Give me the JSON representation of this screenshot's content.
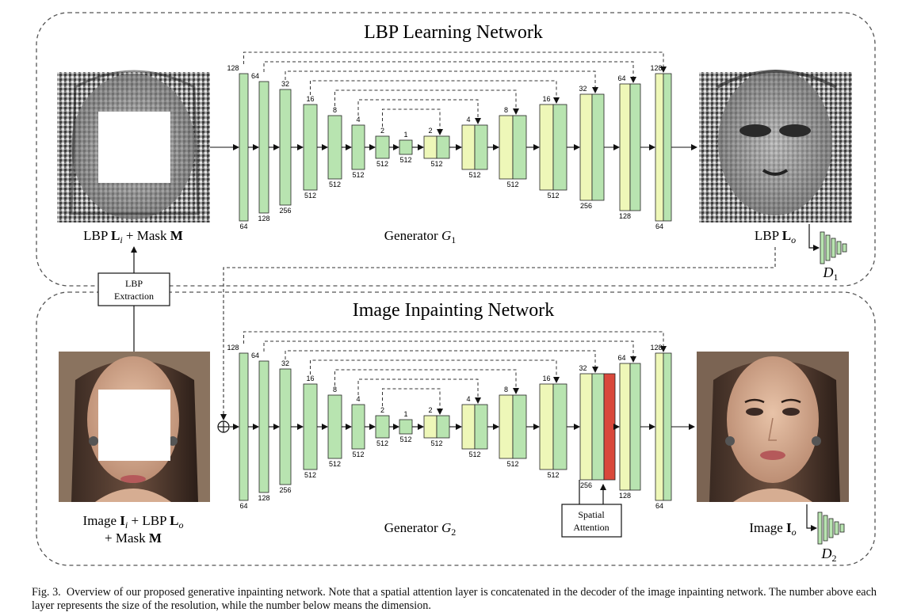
{
  "figure": {
    "top": {
      "title": "LBP Learning Network",
      "input_label_parts": [
        "LBP ",
        "L",
        "i",
        " + Mask ",
        "M"
      ],
      "output_label_parts": [
        "LBP ",
        "L",
        "o"
      ],
      "generator_label_parts": [
        "Generator ",
        "G",
        "1"
      ],
      "discriminator_parts": [
        "D",
        "1"
      ],
      "enc_res": [
        "128",
        "64",
        "32",
        "16",
        "8",
        "4",
        "2",
        "1"
      ],
      "enc_dim": [
        "64",
        "128",
        "256",
        "512",
        "512",
        "512",
        "512",
        "512"
      ],
      "dec_res": [
        "2",
        "4",
        "8",
        "16",
        "32",
        "64",
        "128"
      ],
      "dec_dim": [
        "512",
        "512",
        "512",
        "512",
        "256",
        "128",
        "64"
      ]
    },
    "bottom": {
      "title": "Image Inpainting Network",
      "input_label_line1_parts": [
        "Image ",
        "I",
        "i",
        " + LBP ",
        "L",
        "o"
      ],
      "input_label_line2_parts": [
        "+ Mask ",
        "M"
      ],
      "output_label_parts": [
        "Image ",
        "I",
        "o"
      ],
      "generator_label_parts": [
        "Generator ",
        "G",
        "2"
      ],
      "discriminator_parts": [
        "D",
        "2"
      ],
      "attention_label": [
        "Spatial",
        "Attention"
      ],
      "enc_res": [
        "128",
        "64",
        "32",
        "16",
        "8",
        "4",
        "2",
        "1"
      ],
      "enc_dim": [
        "64",
        "128",
        "256",
        "512",
        "512",
        "512",
        "512",
        "512"
      ],
      "dec_res": [
        "2",
        "4",
        "8",
        "16",
        "32",
        "64",
        "128"
      ],
      "dec_dim": [
        "512",
        "512",
        "512",
        "512",
        "256",
        "128",
        "64"
      ]
    },
    "lbp_extraction_label": [
      "LBP",
      "Extraction"
    ],
    "colors": {
      "encoder": "#b8e4b0",
      "decoder_skip": "#eef7b8",
      "attention": "#d9483b",
      "stroke": "#222222"
    }
  },
  "caption": {
    "prefix": "Fig. 3.",
    "text": "Overview of our proposed generative inpainting network. Note that a spatial attention layer is concatenated in the decoder of the image inpainting network. The number above each layer represents the size of the resolution, while the number below means the dimension."
  }
}
